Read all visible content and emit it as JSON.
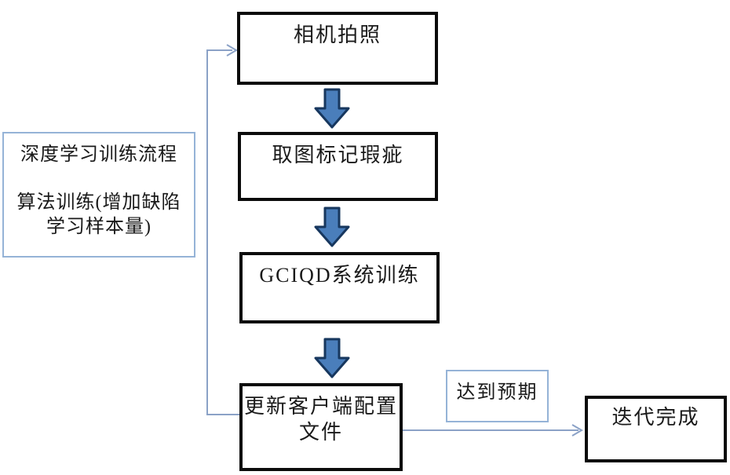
{
  "colors": {
    "arrow_fill": "#4a7ebb",
    "arrow_border": "#17375e",
    "connector": "#8ba2c7",
    "light_box_border": "#95b3d7",
    "dark_box_border": "#0b0b0b"
  },
  "flow": {
    "camera": "相机拍照",
    "mark": "取图标记瑕疵",
    "train": "GCIQD系统训练",
    "update_line1": "更新客户端配置",
    "update_line2": "文件",
    "note_line1": "深度学习训练流程",
    "note_line2": "算法训练(增加缺陷",
    "note_line3": "学习样本量)",
    "expect": "达到预期",
    "done": "迭代完成"
  }
}
